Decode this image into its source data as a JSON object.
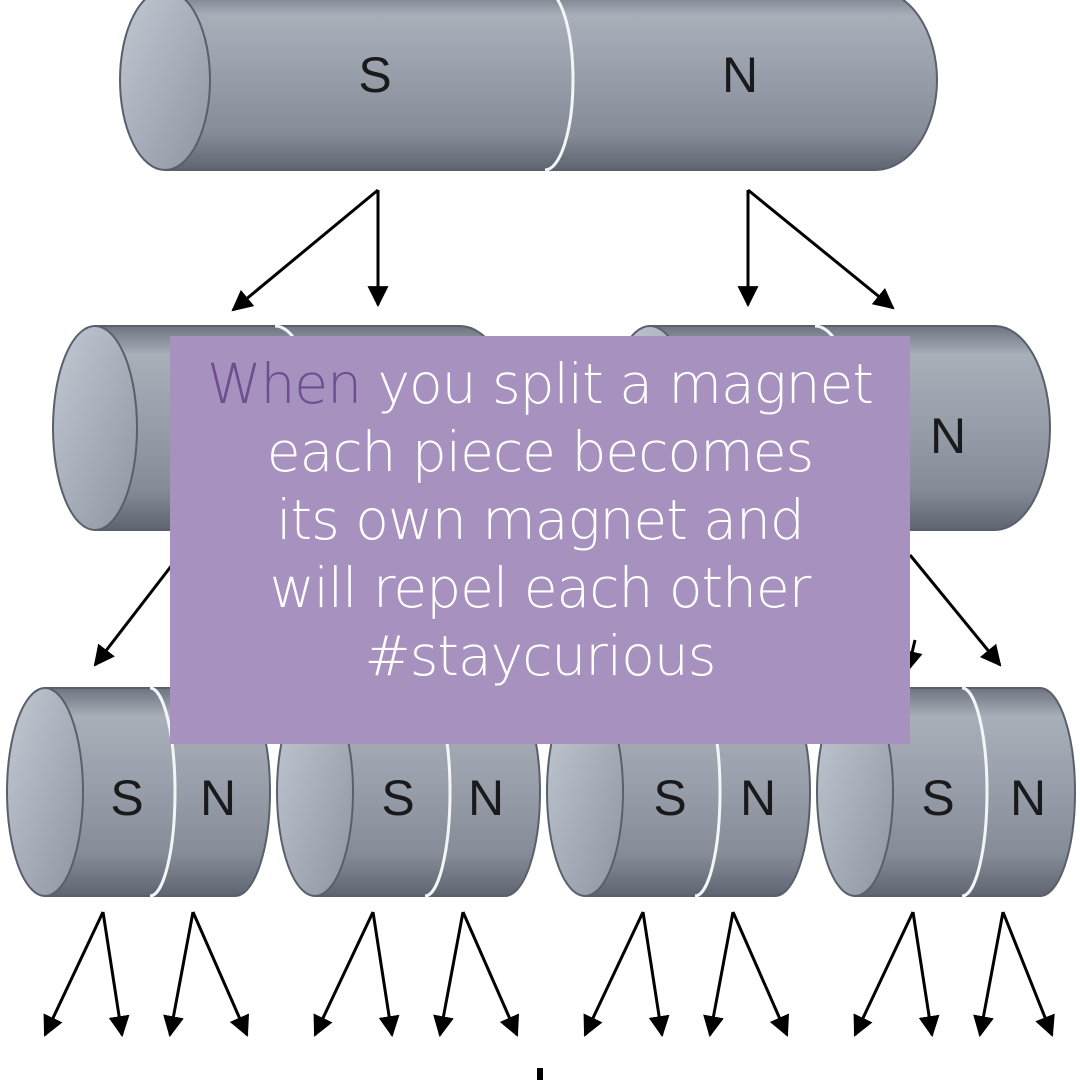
{
  "diagram": {
    "top_magnet": {
      "left_pole": "S",
      "right_pole": "N"
    },
    "middle_right_magnet": {
      "right_pole": "N"
    },
    "bottom_magnets": [
      {
        "left_pole": "S",
        "right_pole": "N"
      },
      {
        "left_pole": "S",
        "right_pole": "N"
      },
      {
        "left_pole": "S",
        "right_pole": "N"
      },
      {
        "left_pole": "S",
        "right_pole": "N"
      }
    ]
  },
  "caption": {
    "accent_word": "When",
    "line1_rest": " you split a magnet",
    "line2": "each piece becomes",
    "line3": "its own magnet and",
    "line4": "will repel each other",
    "line5": "#staycurious"
  },
  "colors": {
    "caption_background": "#a791bf",
    "caption_text": "#ffffff",
    "accent_text": "#6c4f8f",
    "magnet_body": "#9aa0ab",
    "arrow": "#000000"
  }
}
